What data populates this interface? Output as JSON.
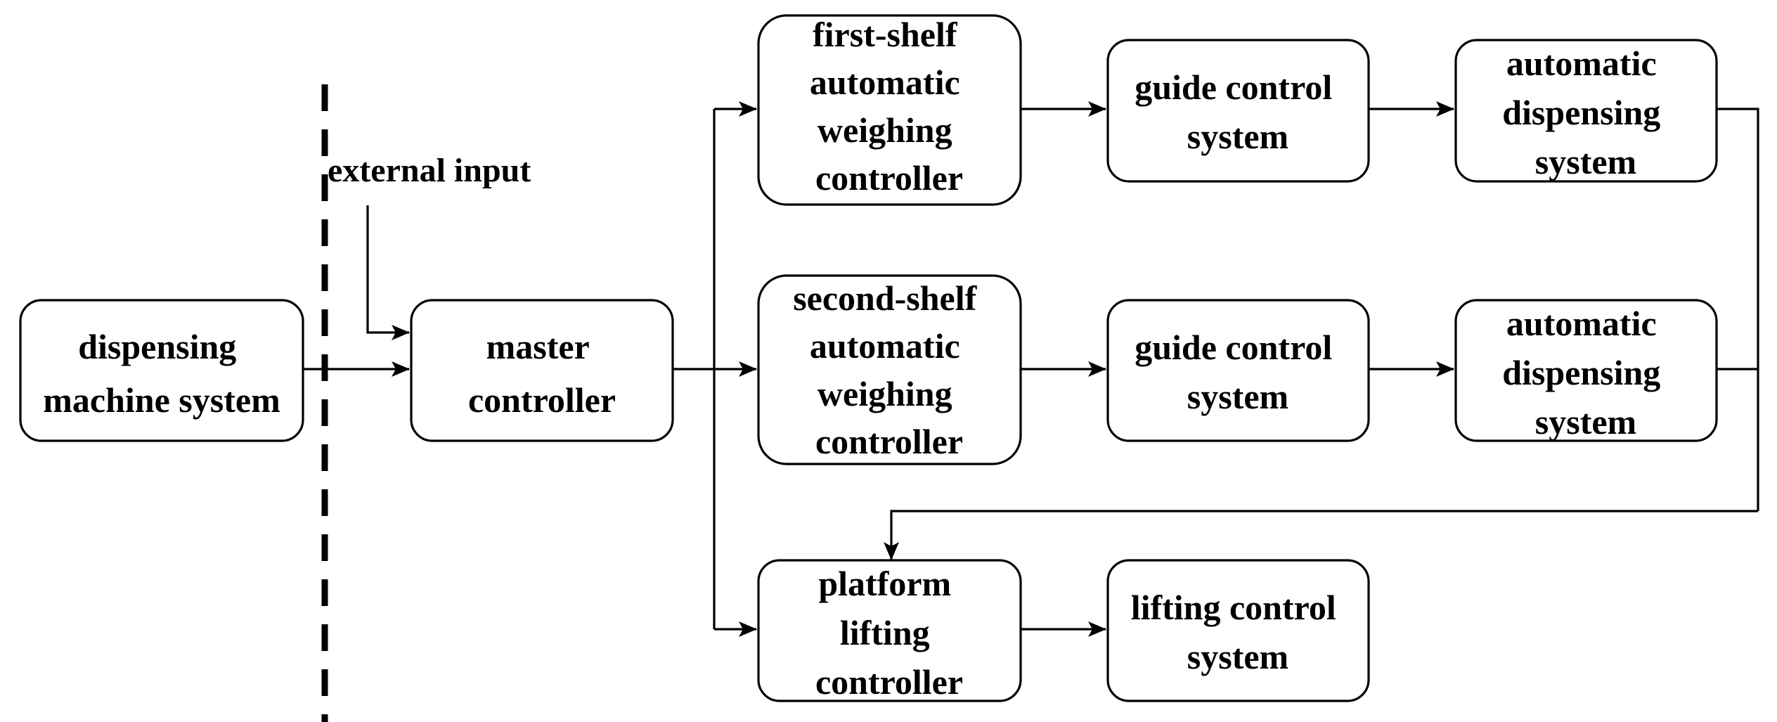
{
  "colors": {
    "stroke": "#000000",
    "background": "#ffffff"
  },
  "external_input": "external input",
  "nodes": {
    "dispensing_machine": [
      "dispensing",
      "machine system"
    ],
    "master_controller": [
      "master",
      "controller"
    ],
    "first_shelf_controller": [
      "first-shelf",
      "automatic",
      "weighing",
      "controller"
    ],
    "guide_control_1": [
      "guide control",
      "system"
    ],
    "dispensing_1": [
      "automatic",
      "dispensing",
      "system"
    ],
    "second_shelf_controller": [
      "second-shelf",
      "automatic",
      "weighing",
      "controller"
    ],
    "guide_control_2": [
      "guide control",
      "system"
    ],
    "dispensing_2": [
      "automatic",
      "dispensing",
      "system"
    ],
    "platform_lifting_controller": [
      "platform",
      "lifting",
      "controller"
    ],
    "lifting_control": [
      "lifting control",
      "system"
    ]
  }
}
